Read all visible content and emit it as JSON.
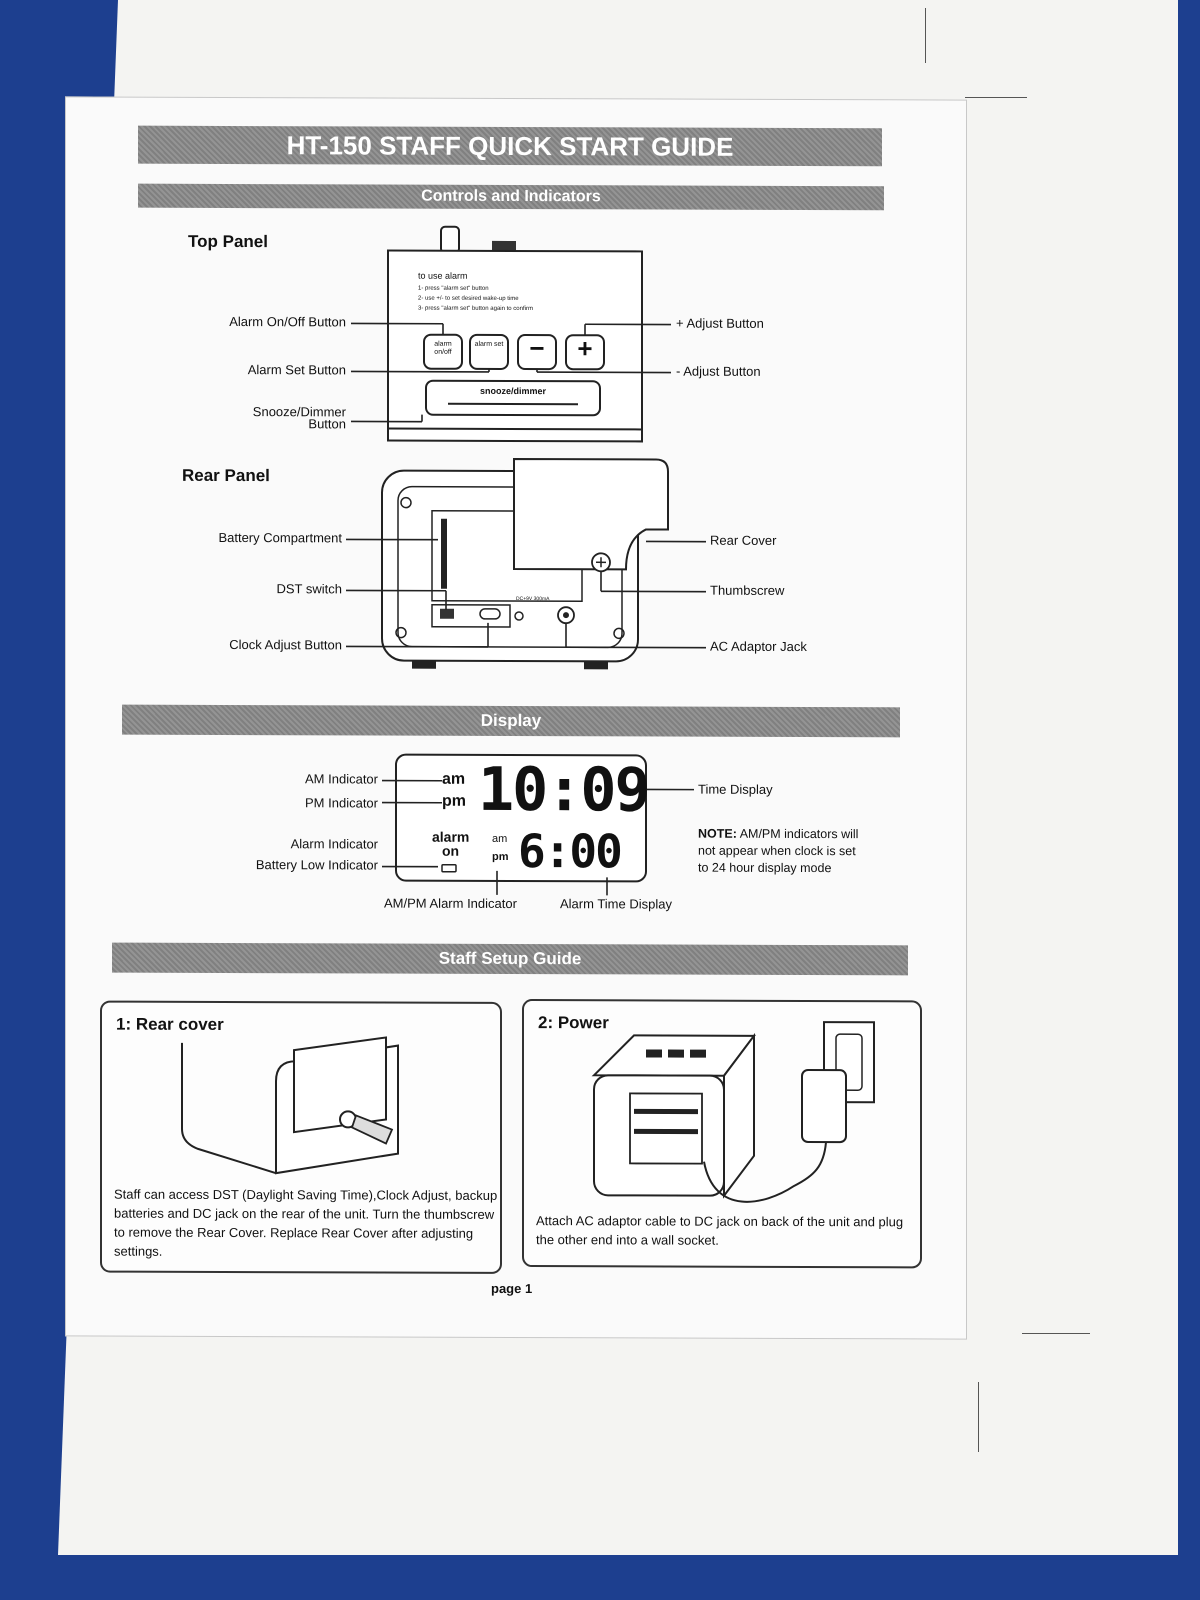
{
  "header": {
    "title": "HT-150 STAFF QUICK START GUIDE",
    "controls_heading": "Controls and Indicators",
    "display_heading": "Display",
    "setup_heading": "Staff Setup Guide"
  },
  "top_panel": {
    "title": "Top Panel",
    "instructions_title": "to use alarm",
    "instructions": [
      "1- press \"alarm set\" button",
      "2- use +/- to set desired wake-up time",
      "3- press \"alarm set\" button again to confirm"
    ],
    "button_alarm_onoff": "alarm on/off",
    "button_alarm_set": "alarm set",
    "button_minus": "−",
    "button_plus": "+",
    "button_snooze": "snooze/dimmer",
    "labels": {
      "alarm_onoff": "Alarm On/Off Button",
      "alarm_set": "Alarm Set Button",
      "snooze_line1": "Snooze/Dimmer",
      "snooze_line2": "Button",
      "plus_adjust": "+ Adjust Button",
      "minus_adjust": "- Adjust Button"
    }
  },
  "rear_panel": {
    "title": "Rear Panel",
    "labels": {
      "battery": "Battery Compartment",
      "dst": "DST switch",
      "clock_adjust": "Clock Adjust Button",
      "rear_cover": "Rear Cover",
      "thumbscrew": "Thumbscrew",
      "ac_jack": "AC Adaptor Jack"
    },
    "dc_spec": "DC+9V 300mA"
  },
  "display": {
    "am": "am",
    "pm": "pm",
    "time": "10:09",
    "alarm_on_line1": "alarm",
    "alarm_on_line2": "on",
    "alarm_am": "am",
    "alarm_pm": "pm",
    "alarm_time": "6:00",
    "labels": {
      "am": "AM Indicator",
      "pm": "PM Indicator",
      "alarm": "Alarm Indicator",
      "battery_low": "Battery Low Indicator",
      "ampm_alarm": "AM/PM Alarm Indicator",
      "alarm_time": "Alarm Time Display",
      "time": "Time Display"
    },
    "note_bold": "NOTE:",
    "note_line1": "AM/PM indicators will",
    "note_line2": "not appear when clock is set",
    "note_line3": "to 24 hour display mode"
  },
  "setup": {
    "step1_title": "1: Rear cover",
    "step1_text": "Staff can access DST (Daylight Saving Time),Clock Adjust, backup batteries and DC jack on the rear of the unit. Turn the thumbscrew to remove the Rear Cover. Replace Rear Cover after adjusting settings.",
    "step2_title": "2: Power",
    "step2_text": "Attach AC adaptor cable to DC jack on back of the unit and plug the other end into a wall socket."
  },
  "footer": {
    "page": "page 1"
  }
}
